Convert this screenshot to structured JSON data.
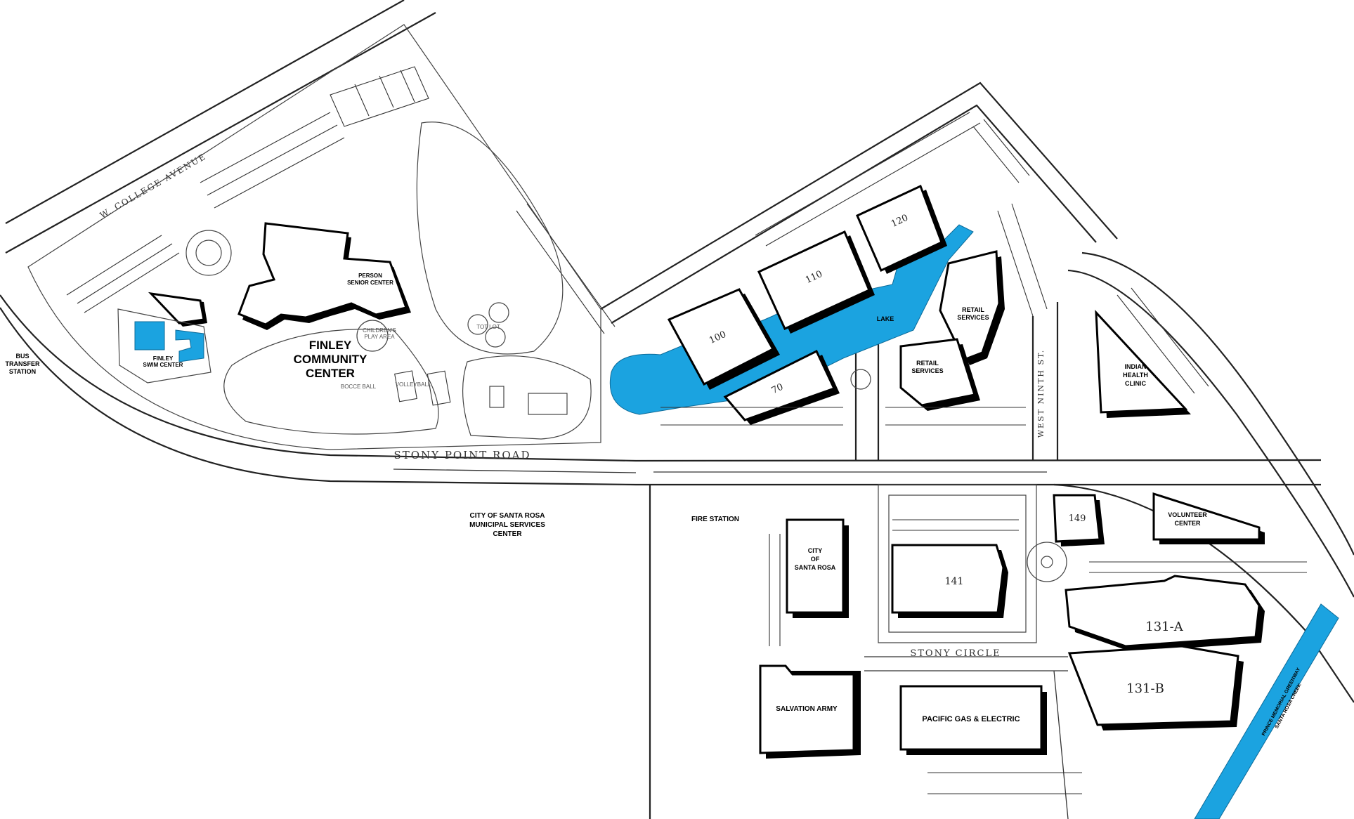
{
  "labels": {
    "finley": [
      "FINLEY",
      "COMMUNITY",
      "CENTER"
    ],
    "person_senior": [
      "PERSON",
      "SENIOR CENTER"
    ],
    "swim": [
      "FINLEY",
      "SWIM CENTER"
    ],
    "bus": [
      "BUS",
      "TRANSFER",
      "STATION"
    ],
    "lake": "LAKE",
    "retail_a": [
      "RETAIL",
      "SERVICES"
    ],
    "retail_b": [
      "RETAIL",
      "SERVICES"
    ],
    "indian": [
      "INDIAN",
      "HEALTH",
      "CLINIC"
    ],
    "city_muni": [
      "CITY OF SANTA ROSA",
      "MUNICIPAL SERVICES",
      "CENTER"
    ],
    "fire": "FIRE STATION",
    "city_sr": [
      "CITY",
      "OF",
      "SANTA ROSA"
    ],
    "volunteer": [
      "VOLUNTEER",
      "CENTER"
    ],
    "salvation": "SALVATION ARMY",
    "pge": "PACIFIC GAS & ELECTRIC",
    "b100": "100",
    "b110": "110",
    "b120": "120",
    "b70": "70",
    "b141": "141",
    "b149": "149",
    "b131a": "131-A",
    "b131b": "131-B",
    "stony_point": "STONY POINT ROAD",
    "stony_circle": "STONY CIRCLE",
    "w_college": "W. COLLEGE AVENUE",
    "west_ninth": "WEST NINTH ST.",
    "bocce": "BOCCE BALL",
    "volleyball": "VOLLEYBALL",
    "children": [
      "CHILDREN'S",
      "PLAY AREA"
    ],
    "tot_lot": "TOT LOT",
    "creek": [
      "PRINCE MEMORIAL GREENWAY",
      "SANTA ROSA CREEK"
    ]
  },
  "colors": {
    "water": "#1ba3e0",
    "building": "#ffffff",
    "shadow": "#000000",
    "road": "#222222"
  }
}
